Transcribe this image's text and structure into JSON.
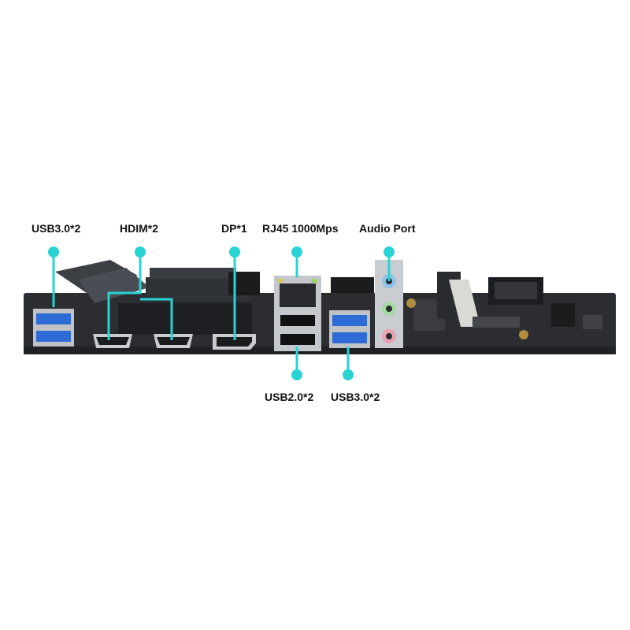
{
  "labels": {
    "usb30_left": "USB3.0*2",
    "hdmi": "HDIM*2",
    "dp": "DP*1",
    "rj45": "RJ45 1000Mps",
    "audio": "Audio Port",
    "usb20": "USB2.0*2",
    "usb30_right": "USB3.0*2"
  },
  "colors": {
    "callout": "#2ad3d3",
    "board": "#2b2d31",
    "usb3_blue": "#2f6bd6",
    "audio_blue": "#8fc3e8",
    "audio_green": "#a6d9a0",
    "audio_pink": "#e7a3b4"
  }
}
